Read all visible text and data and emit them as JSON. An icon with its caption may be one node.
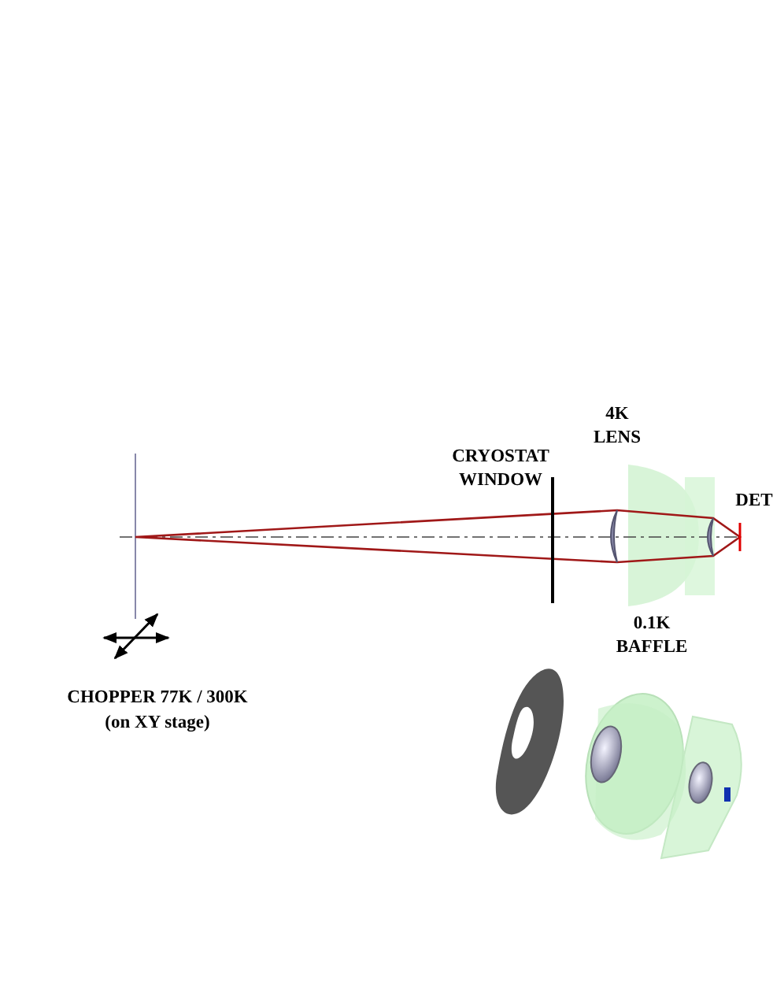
{
  "diagram": {
    "labels": [
      "4K LENS",
      "CRYOSTAT WINDOW",
      "DET",
      "0.1K BAFFLE",
      "CHOPPER 77K / 300K",
      "(on XY stage)"
    ]
  }
}
